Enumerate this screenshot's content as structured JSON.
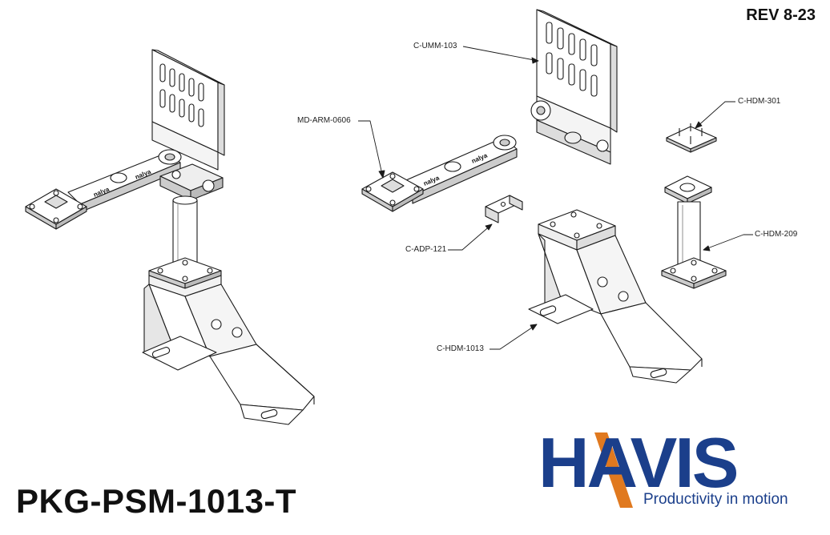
{
  "revision": "REV 8-23",
  "package_number": "PKG-PSM-1013-T",
  "callouts": {
    "umm": "C-UMM-103",
    "arm": "MD-ARM-0606",
    "hdm301": "C-HDM-301",
    "adp": "C-ADP-121",
    "hdm209": "C-HDM-209",
    "hdm1013": "C-HDM-1013"
  },
  "logo": {
    "wordmark": "HAVIS",
    "tagline": "Productivity in motion",
    "colors": {
      "brand_blue": "#1b3f8b",
      "brand_orange": "#e0791f"
    }
  },
  "arm_lettering": "nalya"
}
